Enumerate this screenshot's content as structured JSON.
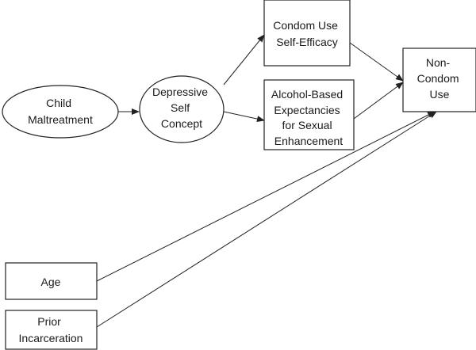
{
  "nodes": {
    "child_maltreatment": {
      "lines": [
        "Child",
        "Maltreatment"
      ],
      "shape": "ellipse"
    },
    "depressive_self_concept": {
      "lines": [
        "Depressive",
        "Self",
        "Concept"
      ],
      "shape": "ellipse"
    },
    "condom_use_self_efficacy": {
      "lines": [
        "Condom Use",
        "Self-Efficacy"
      ],
      "shape": "box"
    },
    "alcohol_expectancies": {
      "lines": [
        "Alcohol-Based",
        "Expectancies",
        "for Sexual",
        "Enhancement"
      ],
      "shape": "box"
    },
    "non_condom_use": {
      "lines": [
        "Non-",
        "Condom",
        "Use"
      ],
      "shape": "box"
    },
    "age": {
      "lines": [
        "Age"
      ],
      "shape": "box"
    },
    "prior_incarceration": {
      "lines": [
        "Prior",
        "Incarceration"
      ],
      "shape": "box"
    }
  },
  "edges": [
    {
      "from": "child_maltreatment",
      "to": "depressive_self_concept"
    },
    {
      "from": "depressive_self_concept",
      "to": "condom_use_self_efficacy"
    },
    {
      "from": "depressive_self_concept",
      "to": "alcohol_expectancies"
    },
    {
      "from": "condom_use_self_efficacy",
      "to": "non_condom_use"
    },
    {
      "from": "alcohol_expectancies",
      "to": "non_condom_use"
    },
    {
      "from": "age",
      "to": "non_condom_use"
    },
    {
      "from": "prior_incarceration",
      "to": "non_condom_use"
    }
  ],
  "colors": {
    "stroke": "#222222",
    "text": "#1a1a1a",
    "background": "#ffffff"
  }
}
